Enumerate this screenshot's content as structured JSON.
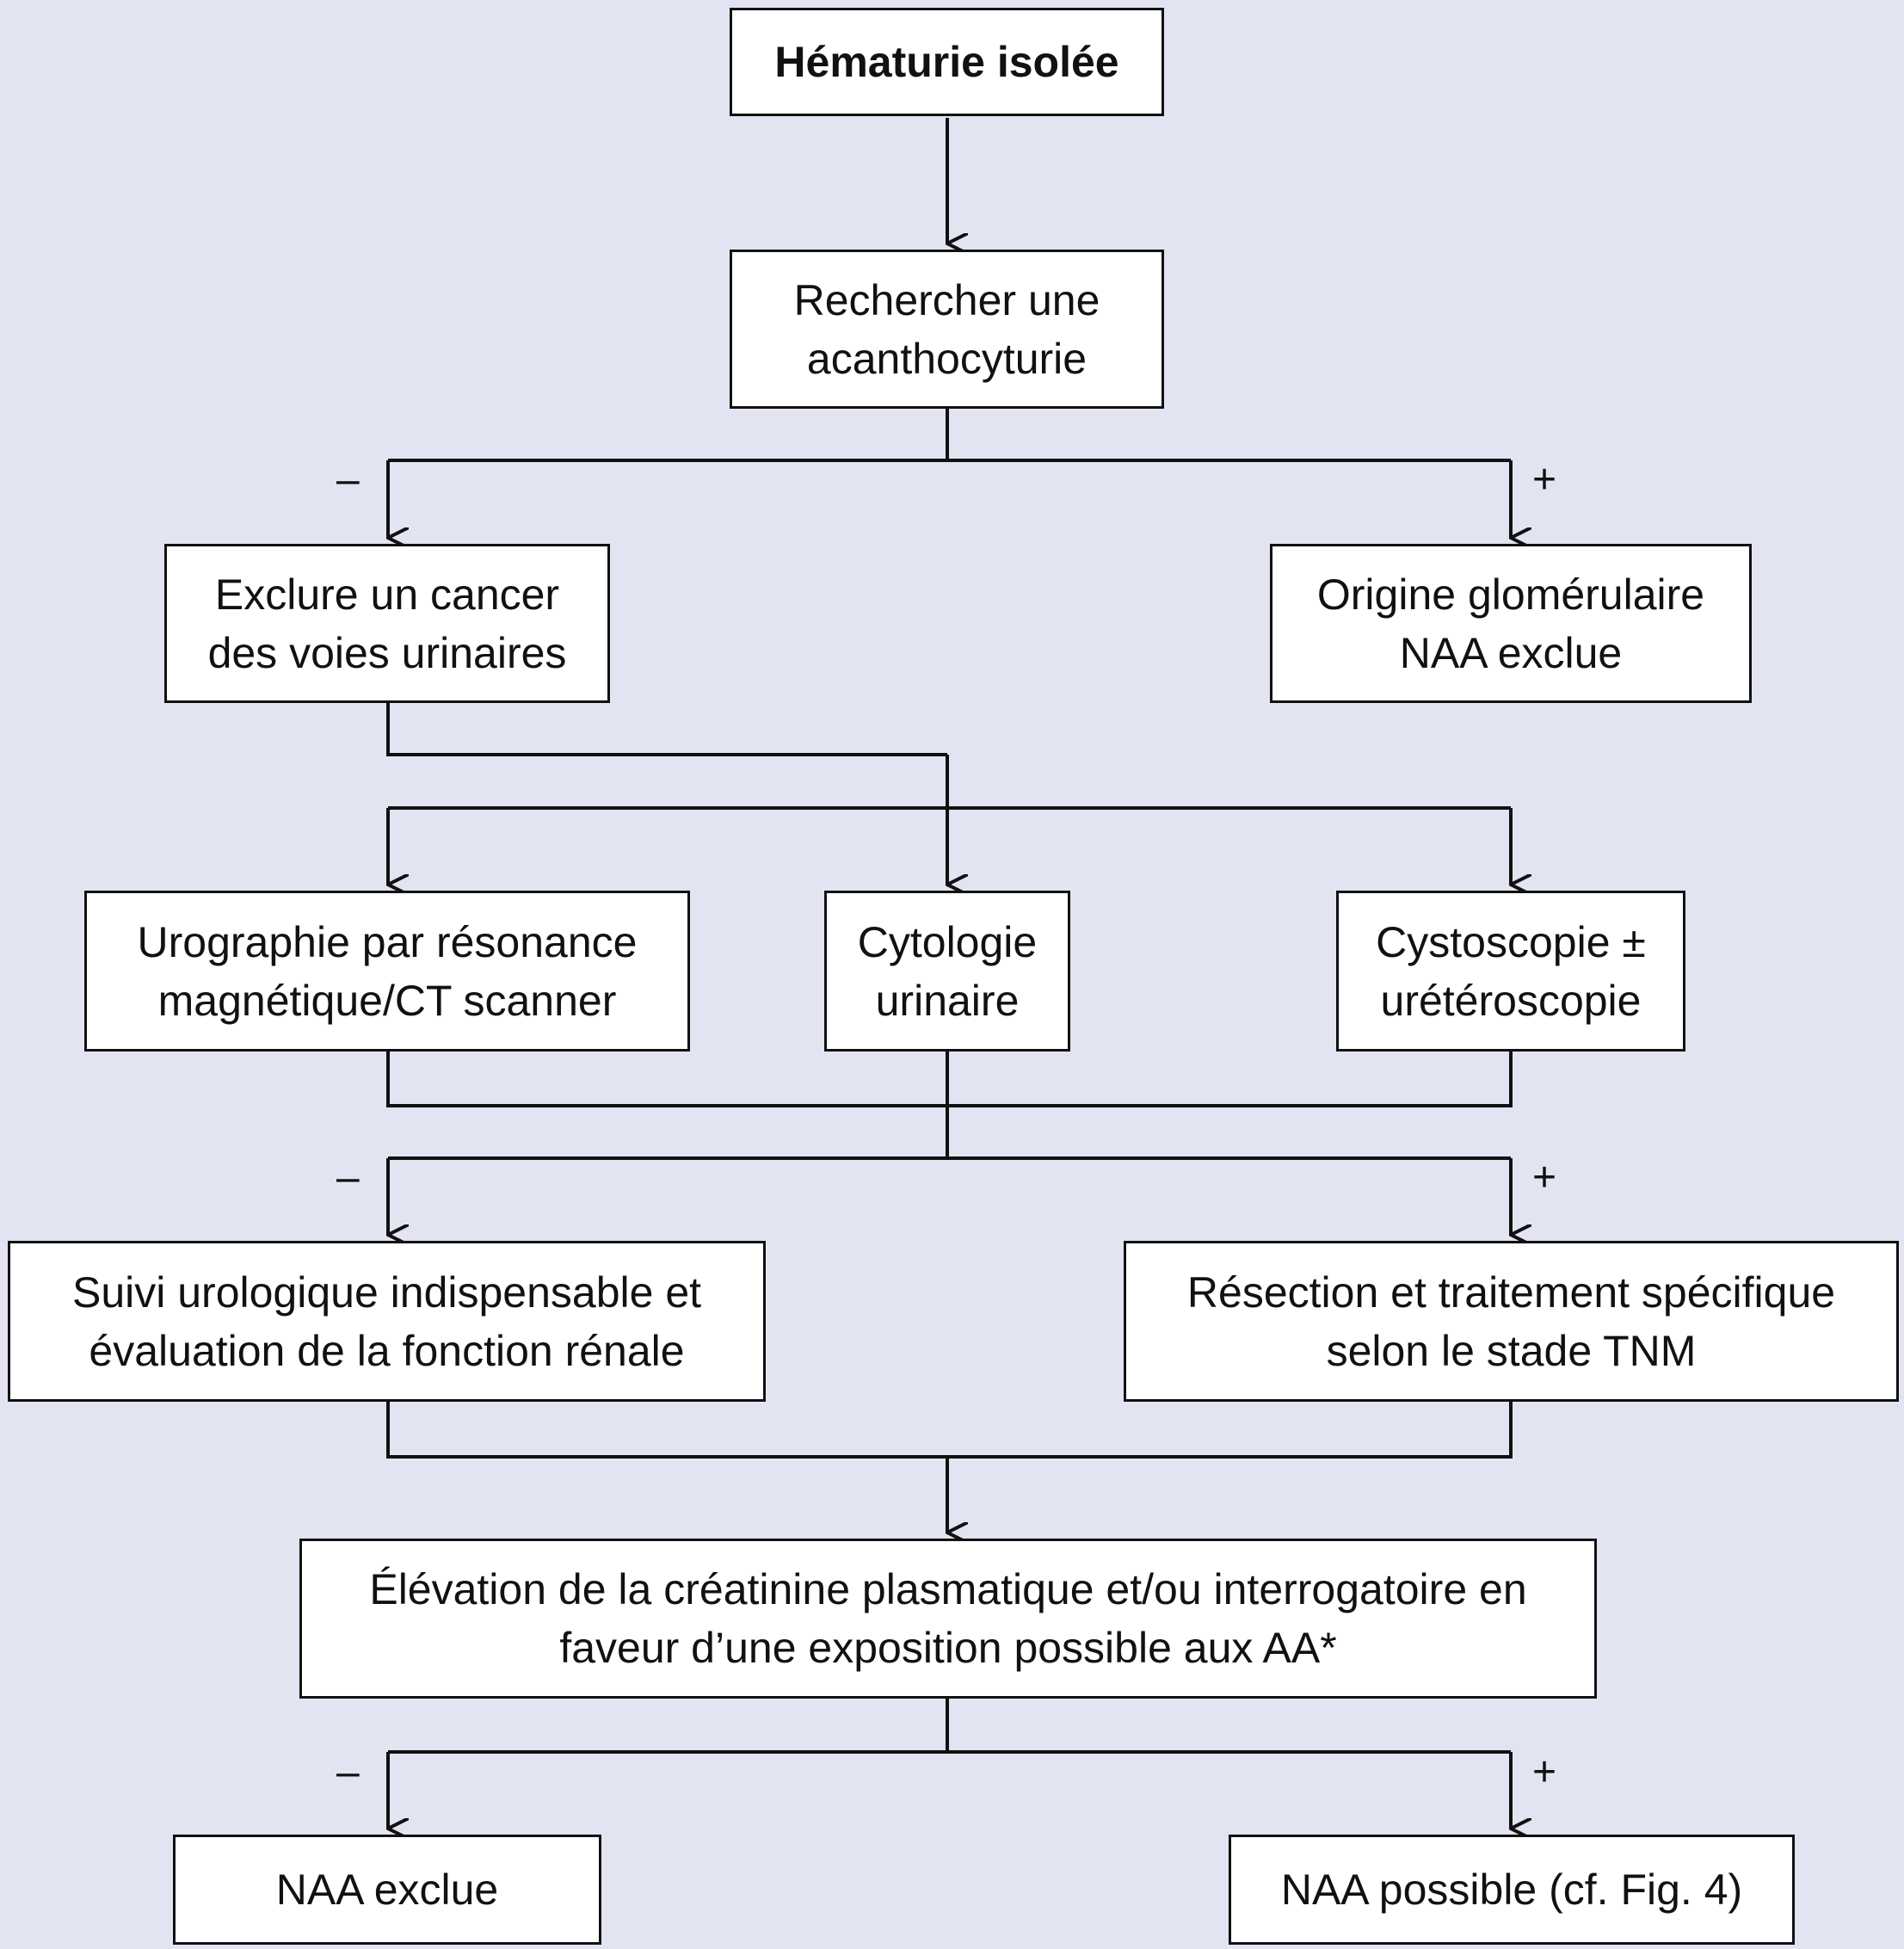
{
  "nodes": {
    "start": "Hématurie isolée",
    "acantho": "Rechercher une acanthocyturie",
    "exclude_cancer": "Exclure un cancer des voies urinaires",
    "glomerular": "Origine glomérulaire NAA exclue",
    "urography": "Urographie par résonance magnétique/CT scanner",
    "cytology": "Cytologie urinaire",
    "cystoscopy": "Cystoscopie ± urétéroscopie",
    "followup": "Suivi urologique indispensable et évaluation de la fonction rénale",
    "resection": "Résection et traitement spécifique selon le stade TNM",
    "creatinine": "Élévation de la créatinine plasmatique et/ou interrogatoire en faveur d’une exposition possible aux AA*",
    "naa_excluded": "NAA exclue",
    "naa_possible": "NAA possible (cf. Fig. 4)"
  },
  "branch_labels": {
    "negative": "–",
    "positive": "+"
  },
  "colors": {
    "background": "#e3e4f2",
    "box_fill": "#ffffff",
    "stroke": "#111111"
  }
}
